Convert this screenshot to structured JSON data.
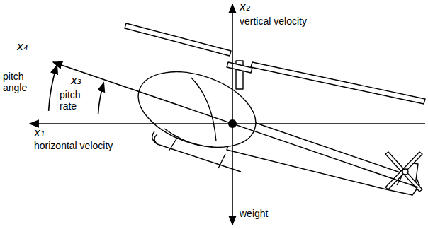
{
  "diagram": {
    "labels": [
      "x₂",
      "vertical velocity",
      "x₄",
      "pitch angle",
      "x₃",
      "pitch rate",
      "x₁",
      "horizontal velocity",
      "weight"
    ]
  }
}
